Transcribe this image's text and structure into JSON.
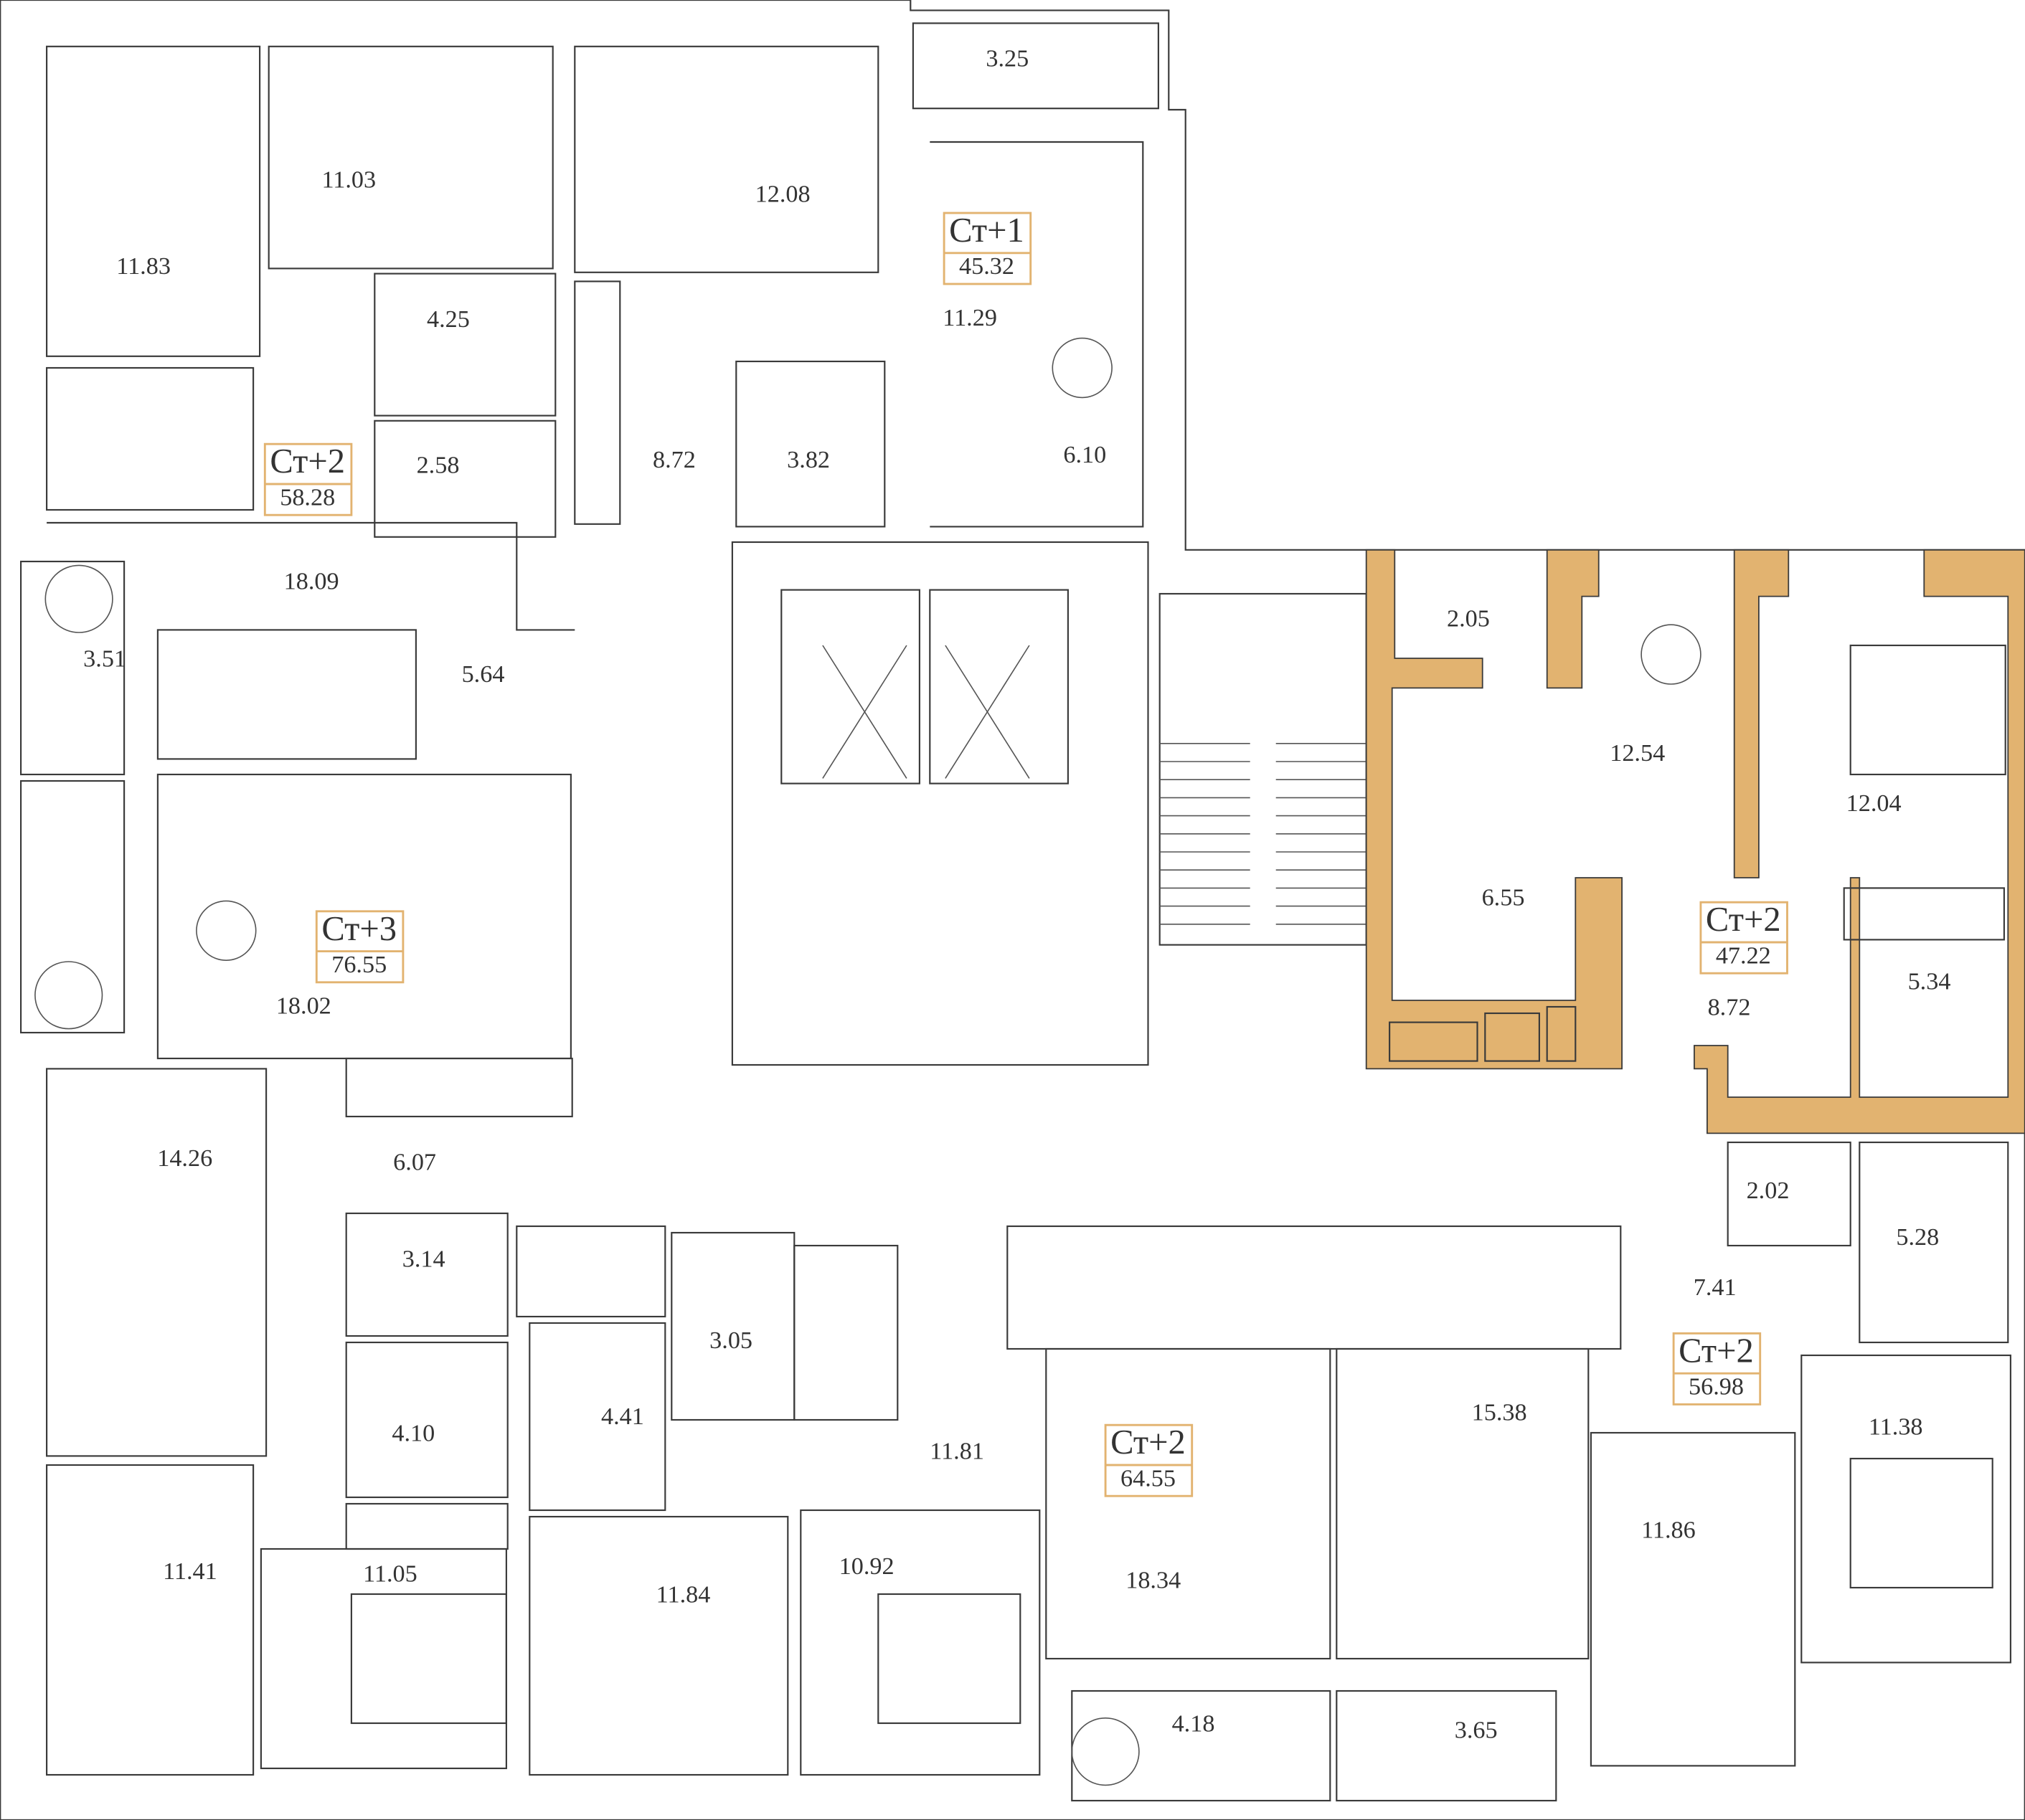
{
  "plan": {
    "accent_color": "#E2B370",
    "apartments": [
      {
        "type": "Ст+1",
        "area": "45.32"
      },
      {
        "type": "Ст+2",
        "area": "58.28"
      },
      {
        "type": "Ст+3",
        "area": "76.55"
      },
      {
        "type": "Ст+2",
        "area": "47.22"
      },
      {
        "type": "Ст+2",
        "area": "56.98"
      },
      {
        "type": "Ст+2",
        "area": "64.55"
      }
    ],
    "rooms": [
      "11.83",
      "11.03",
      "12.08",
      "3.25",
      "11.29",
      "4.25",
      "2.58",
      "8.72",
      "3.82",
      "6.10",
      "18.09",
      "3.51",
      "5.64",
      "2.05",
      "12.54",
      "12.04",
      "6.55",
      "5.34",
      "8.72",
      "18.02",
      "14.26",
      "6.07",
      "2.02",
      "5.28",
      "3.14",
      "7.41",
      "3.05",
      "15.38",
      "4.41",
      "4.10",
      "11.81",
      "11.38",
      "11.86",
      "11.41",
      "11.05",
      "10.92",
      "11.84",
      "18.34",
      "4.18",
      "3.65"
    ]
  }
}
